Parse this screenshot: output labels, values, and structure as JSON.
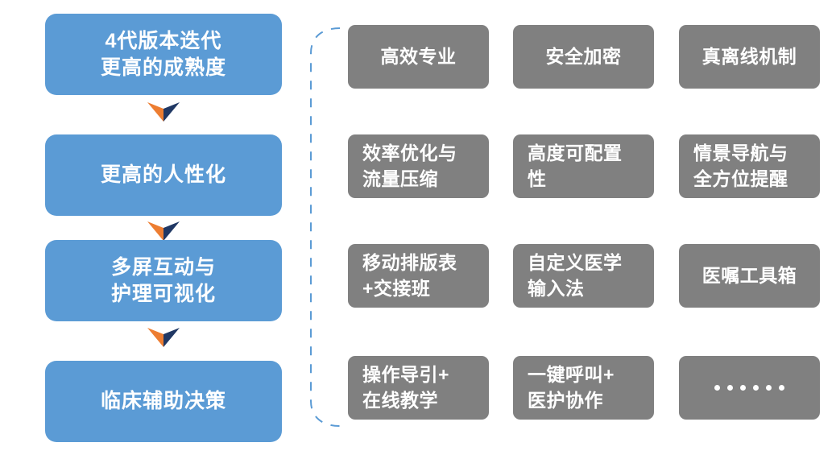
{
  "colors": {
    "node_blue": "#5B9BD5",
    "chip_gray": "#808080",
    "arrow_orange": "#ED7D31",
    "arrow_navy": "#203864",
    "bracket_blue": "#5B9BD5",
    "text_white": "#FFFFFF",
    "background": "#FFFFFF"
  },
  "flow": {
    "nodes": [
      {
        "lines": [
          "4代版本迭代",
          "更高的成熟度"
        ]
      },
      {
        "lines": [
          "更高的人性化"
        ]
      },
      {
        "lines": [
          "多屏互动与",
          "护理可视化"
        ]
      },
      {
        "lines": [
          "临床辅助决策"
        ]
      }
    ],
    "arrows": [
      {
        "icon": "chevron-down-icon"
      },
      {
        "icon": "chevron-down-icon"
      },
      {
        "icon": "chevron-down-icon"
      }
    ]
  },
  "bracket": {
    "icon": "dashed-left-bracket",
    "style": "dashed"
  },
  "features": {
    "rows": [
      [
        {
          "lines": [
            "高效专业"
          ],
          "align": "center"
        },
        {
          "lines": [
            "安全加密"
          ],
          "align": "center"
        },
        {
          "lines": [
            "真离线机制"
          ],
          "align": "center"
        }
      ],
      [
        {
          "lines": [
            "效率优化与",
            "流量压缩"
          ],
          "align": "left"
        },
        {
          "lines": [
            "高度可配置",
            "性"
          ],
          "align": "left"
        },
        {
          "lines": [
            "情景导航与",
            "全方位提醒"
          ],
          "align": "left"
        }
      ],
      [
        {
          "lines": [
            "移动排版表",
            "+交接班"
          ],
          "align": "left"
        },
        {
          "lines": [
            "自定义医学",
            "输入法"
          ],
          "align": "left"
        },
        {
          "lines": [
            "医嘱工具箱"
          ],
          "align": "center"
        }
      ],
      [
        {
          "lines": [
            "操作导引+",
            "在线教学"
          ],
          "align": "left"
        },
        {
          "lines": [
            "一键呼叫+",
            "医护协作"
          ],
          "align": "left"
        },
        {
          "lines": [],
          "align": "center",
          "dots": 6
        }
      ]
    ]
  }
}
